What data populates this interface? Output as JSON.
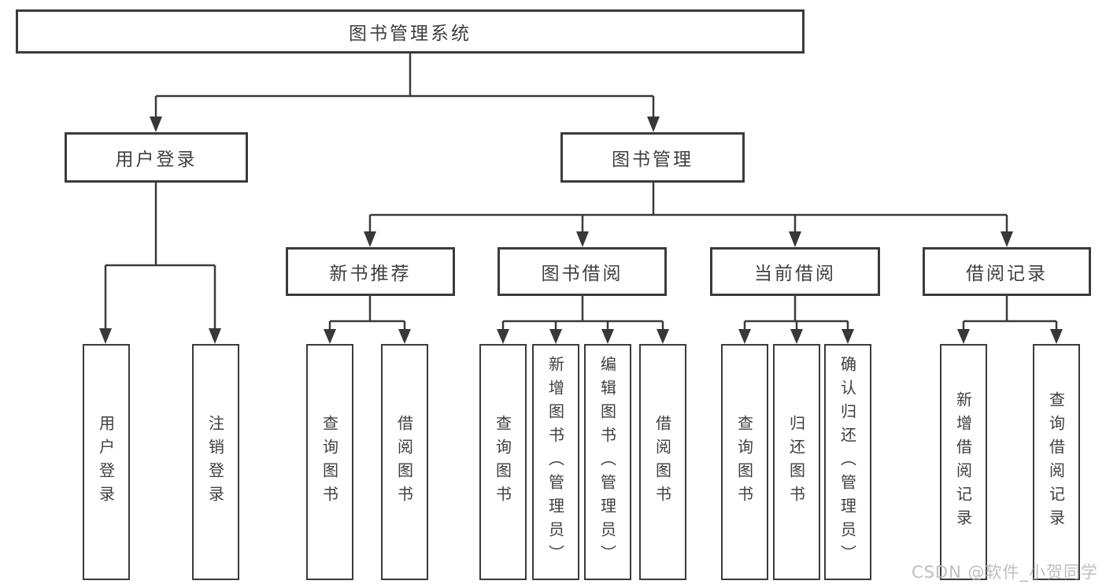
{
  "diagram": {
    "root": "图书管理系统",
    "level2": [
      "用户登录",
      "图书管理"
    ],
    "level3": [
      "新书推荐",
      "图书借阅",
      "当前借阅",
      "借阅记录"
    ],
    "leaves": {
      "user": [
        "用户登录",
        "注销登录"
      ],
      "recommend": [
        "查询图书",
        "借阅图书"
      ],
      "borrow": [
        "查询图书",
        "新增图书（管理员）",
        "编辑图书（管理员）",
        "借阅图书"
      ],
      "current": [
        "查询图书",
        "归还图书",
        "确认归还（管理员）"
      ],
      "records": [
        "新增借阅记录",
        "查询借阅记录"
      ]
    }
  },
  "watermark": "CSDN @软件_小贺同学",
  "colors": {
    "line": "#3b3b3b",
    "text": "#3f3f3f",
    "box_fill": "#ffffff",
    "watermark": "#bbbbbb",
    "background": "#ffffff"
  }
}
